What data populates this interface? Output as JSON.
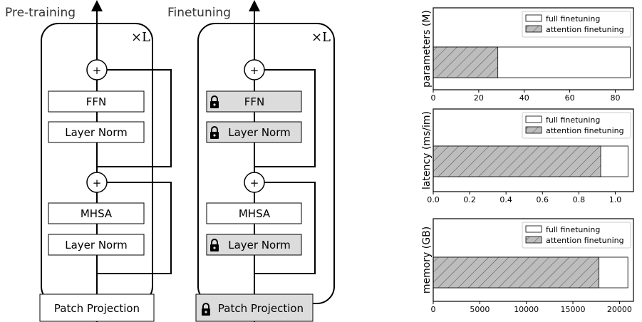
{
  "diagram": {
    "pretraining": {
      "header": "Pre-training",
      "repeat": "×L",
      "ffn": "FFN",
      "norm_top": "Layer Norm",
      "mhsa": "MHSA",
      "norm_bottom": "Layer Norm",
      "patch": "Patch Projection"
    },
    "finetuning": {
      "header": "Finetuning",
      "repeat": "×L",
      "ffn": "FFN",
      "norm_top": "Layer Norm",
      "mhsa": "MHSA",
      "norm_bottom": "Layer Norm",
      "patch": "Patch Projection"
    },
    "plus": "+",
    "colors": {
      "frozen_fill": "#dcdcdc",
      "stroke": "#000000"
    },
    "icons": {
      "frozen": "lock-icon"
    }
  },
  "chart_data": [
    {
      "type": "bar",
      "orientation": "horizontal",
      "ylabel": "parameters (M)",
      "xlim": [
        0,
        88
      ],
      "xticks": [
        "0",
        "20",
        "40",
        "60",
        "80"
      ],
      "tick_values": [
        0,
        20,
        40,
        60,
        80
      ],
      "series": [
        {
          "name": "full finetuning",
          "value": 86.6,
          "pattern": "none"
        },
        {
          "name": "attention finetuning",
          "value": 28.4,
          "pattern": "hatch"
        }
      ],
      "legend": "top-right"
    },
    {
      "type": "bar",
      "orientation": "horizontal",
      "ylabel": "latency (ms/im)",
      "xlim": [
        0,
        1.1
      ],
      "xticks": [
        "0.0",
        "0.2",
        "0.4",
        "0.6",
        "0.8",
        "1.0"
      ],
      "tick_values": [
        0,
        0.2,
        0.4,
        0.6,
        0.8,
        1.0
      ],
      "series": [
        {
          "name": "full finetuning",
          "value": 1.07,
          "pattern": "none"
        },
        {
          "name": "attention finetuning",
          "value": 0.92,
          "pattern": "hatch"
        }
      ],
      "legend": "top-right"
    },
    {
      "type": "bar",
      "orientation": "horizontal",
      "ylabel": "memory (GB)",
      "xlim": [
        0,
        21500
      ],
      "xticks": [
        "0",
        "5000",
        "10000",
        "15000",
        "20000"
      ],
      "tick_values": [
        0,
        5000,
        10000,
        15000,
        20000
      ],
      "series": [
        {
          "name": "full finetuning",
          "value": 20900,
          "pattern": "none"
        },
        {
          "name": "attention finetuning",
          "value": 17800,
          "pattern": "hatch"
        }
      ],
      "legend": "top-right"
    }
  ]
}
